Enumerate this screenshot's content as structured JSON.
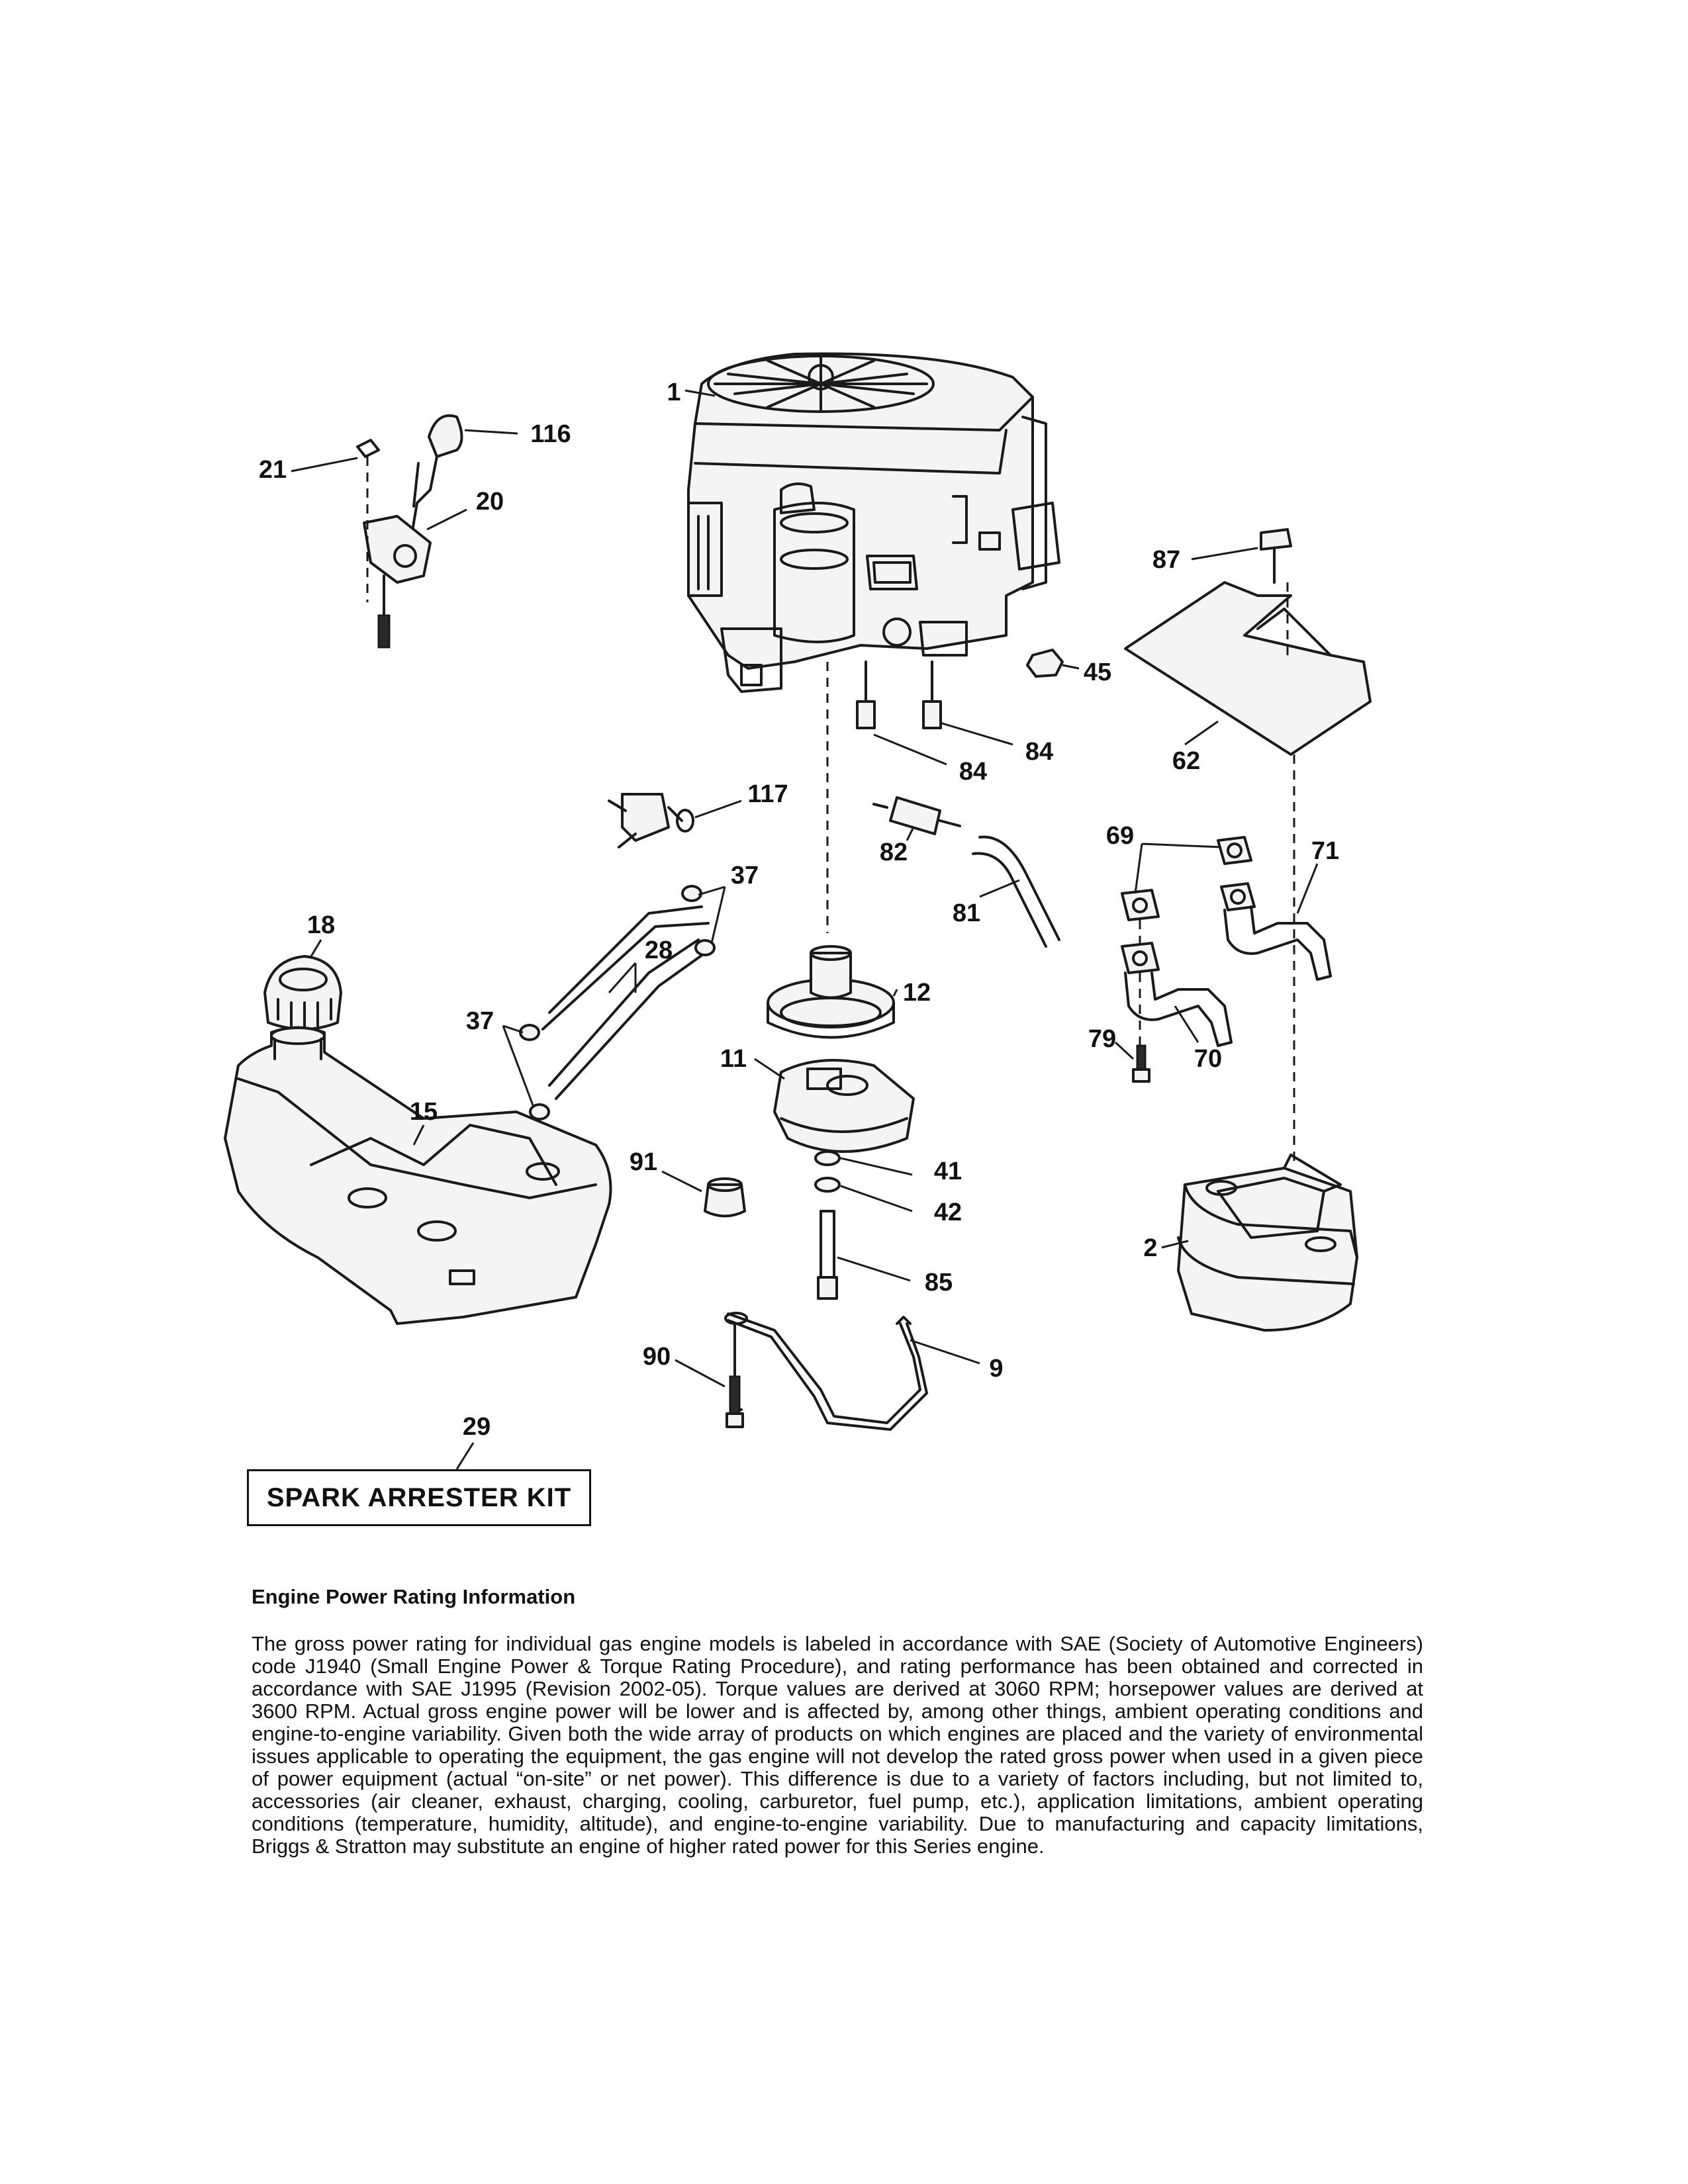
{
  "callouts": {
    "c1": "1",
    "c2": "2",
    "c9": "9",
    "c11": "11",
    "c12": "12",
    "c15": "15",
    "c18": "18",
    "c20": "20",
    "c21": "21",
    "c28": "28",
    "c29": "29",
    "c37a": "37",
    "c37b": "37",
    "c41": "41",
    "c42": "42",
    "c45": "45",
    "c62": "62",
    "c69": "69",
    "c70": "70",
    "c71": "71",
    "c79": "79",
    "c81": "81",
    "c82": "82",
    "c84a": "84",
    "c84b": "84",
    "c85": "85",
    "c87": "87",
    "c90": "90",
    "c91": "91",
    "c116": "116",
    "c117": "117"
  },
  "kit": {
    "label": "SPARK ARRESTER KIT"
  },
  "info": {
    "heading": "Engine Power Rating Information",
    "body": "The gross power rating for individual gas engine models is labeled in accordance with SAE (Society of Automotive Engineers) code J1940 (Small Engine Power & Torque Rating Procedure), and rating performance has been obtained and corrected in accordance with SAE J1995 (Revision 2002-05). Torque values are derived at 3060 RPM; horsepower values are derived at 3600 RPM. Actual gross engine power will be lower and is affected by, among other things, ambient operating conditions and engine-to-engine variability. Given both the wide array of products on which engines are placed and the variety of environmental issues applicable to operating the equipment, the gas engine will not develop the rated gross power when used in a given piece of power equipment (actual “on-site” or net power). This difference is due to a variety of factors including, but not limited to, accessories (air cleaner, exhaust, charging, cooling, carburetor, fuel pump, etc.), application limitations, ambient operating conditions (temperature, humidity, altitude), and engine-to-engine variability. Due to manufacturing and capacity limitations, Briggs & Stratton may substitute an engine of higher rated power for this Series engine."
  }
}
